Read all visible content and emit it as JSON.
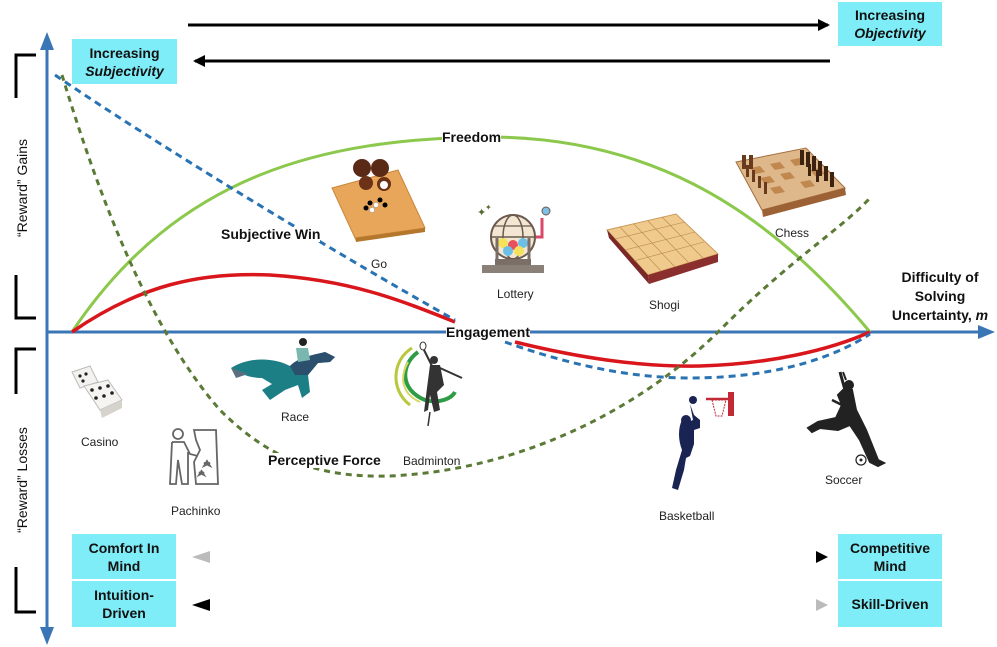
{
  "top_boxes": {
    "left": {
      "line1": "Increasing",
      "line2": "Subjectivity"
    },
    "right": {
      "line1": "Increasing",
      "line2": "Objectivity"
    }
  },
  "bottom_boxes": {
    "left_top": {
      "line1": "Comfort In",
      "line2": "Mind"
    },
    "left_bottom": {
      "line1": "Intuition-",
      "line2": "Driven"
    },
    "right_top": {
      "line1": "Competitive",
      "line2": "Mind"
    },
    "right_bottom": {
      "line1": "Skill-Driven"
    }
  },
  "axes": {
    "y_upper_label": "“Reward” Gains",
    "y_lower_label": "“Reward” Losses",
    "x_label_line1": "Difficulty of",
    "x_label_line2": "Solving",
    "x_label_line3": "Uncertainty, ",
    "x_label_var": "m",
    "axis_color": "#3a76b5"
  },
  "curves": [
    {
      "name": "Freedom",
      "color": "#8cc84b",
      "style": "solid"
    },
    {
      "name": "Engagement",
      "color": "#d9161c",
      "style": "solid"
    },
    {
      "name": "Subjective Win",
      "color": "#2a73b3",
      "style": "dashed"
    },
    {
      "name": "Perceptive Force",
      "color": "#5a7a35",
      "style": "dashed"
    }
  ],
  "curve_labels": {
    "freedom": "Freedom",
    "engagement": "Engagement",
    "subjective_win": "Subjective Win",
    "perceptive_force": "Perceptive Force"
  },
  "games": {
    "go": "Go",
    "lottery": "Lottery",
    "shogi": "Shogi",
    "chess": "Chess",
    "casino": "Casino",
    "pachinko": "Pachinko",
    "race": "Race",
    "badminton": "Badminton",
    "basketball": "Basketball",
    "soccer": "Soccer"
  },
  "colors": {
    "box_fill": "#7fedf7",
    "arrow_dark": "#000000",
    "arrow_light": "#bbbbbb"
  }
}
